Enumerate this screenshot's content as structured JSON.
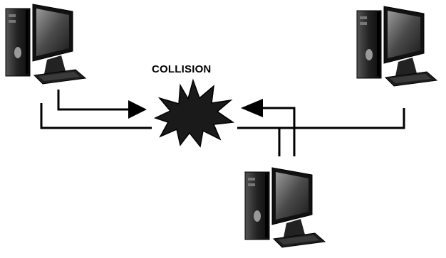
{
  "diagram": {
    "title": "",
    "collision_label": "COLLISION",
    "nodes": [
      {
        "id": "computer-top-left",
        "icon": "desktop-computer-icon"
      },
      {
        "id": "computer-top-right",
        "icon": "desktop-computer-icon"
      },
      {
        "id": "computer-bottom",
        "icon": "desktop-computer-icon"
      }
    ],
    "burst_icon": "collision-burst-icon",
    "colors": {
      "line": "#000000",
      "burst": "#1a1a1a",
      "background": "#ffffff"
    }
  }
}
